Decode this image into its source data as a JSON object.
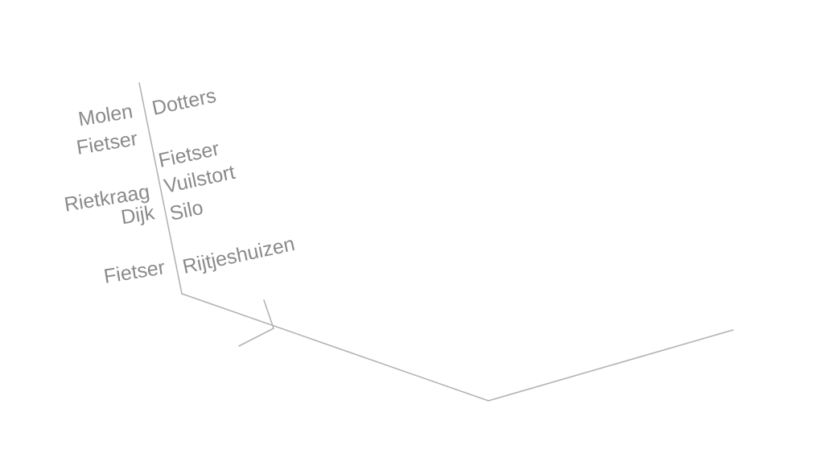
{
  "diagram": {
    "line_color": "#b3b3b3",
    "text_color": "#8a8a8a",
    "left_labels": [
      "Molen",
      "Fietser",
      "Rietkraag",
      "Dijk",
      "Fietser"
    ],
    "right_labels": [
      "Dotters",
      "Fietser",
      "Vuilstort",
      "Silo",
      "Rijtjeshuizen"
    ]
  }
}
